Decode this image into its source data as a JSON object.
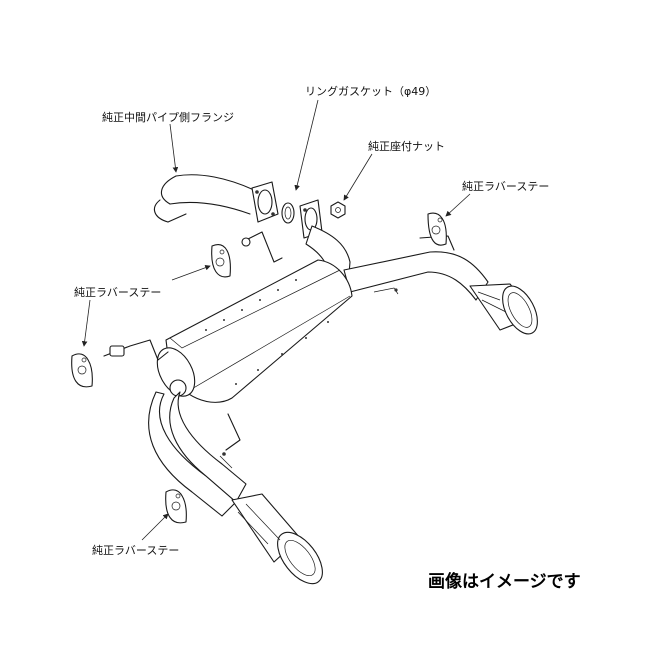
{
  "labels": {
    "ring_gasket": "リングガスケット（φ49）",
    "oem_flange": "純正中間パイプ側フランジ",
    "oem_nut": "純正座付ナット",
    "rubber_stay_upper_right": "純正ラバーステー",
    "rubber_stay_left": "純正ラバーステー",
    "rubber_stay_bottom": "純正ラバーステー"
  },
  "caption": "画像はイメージです"
}
